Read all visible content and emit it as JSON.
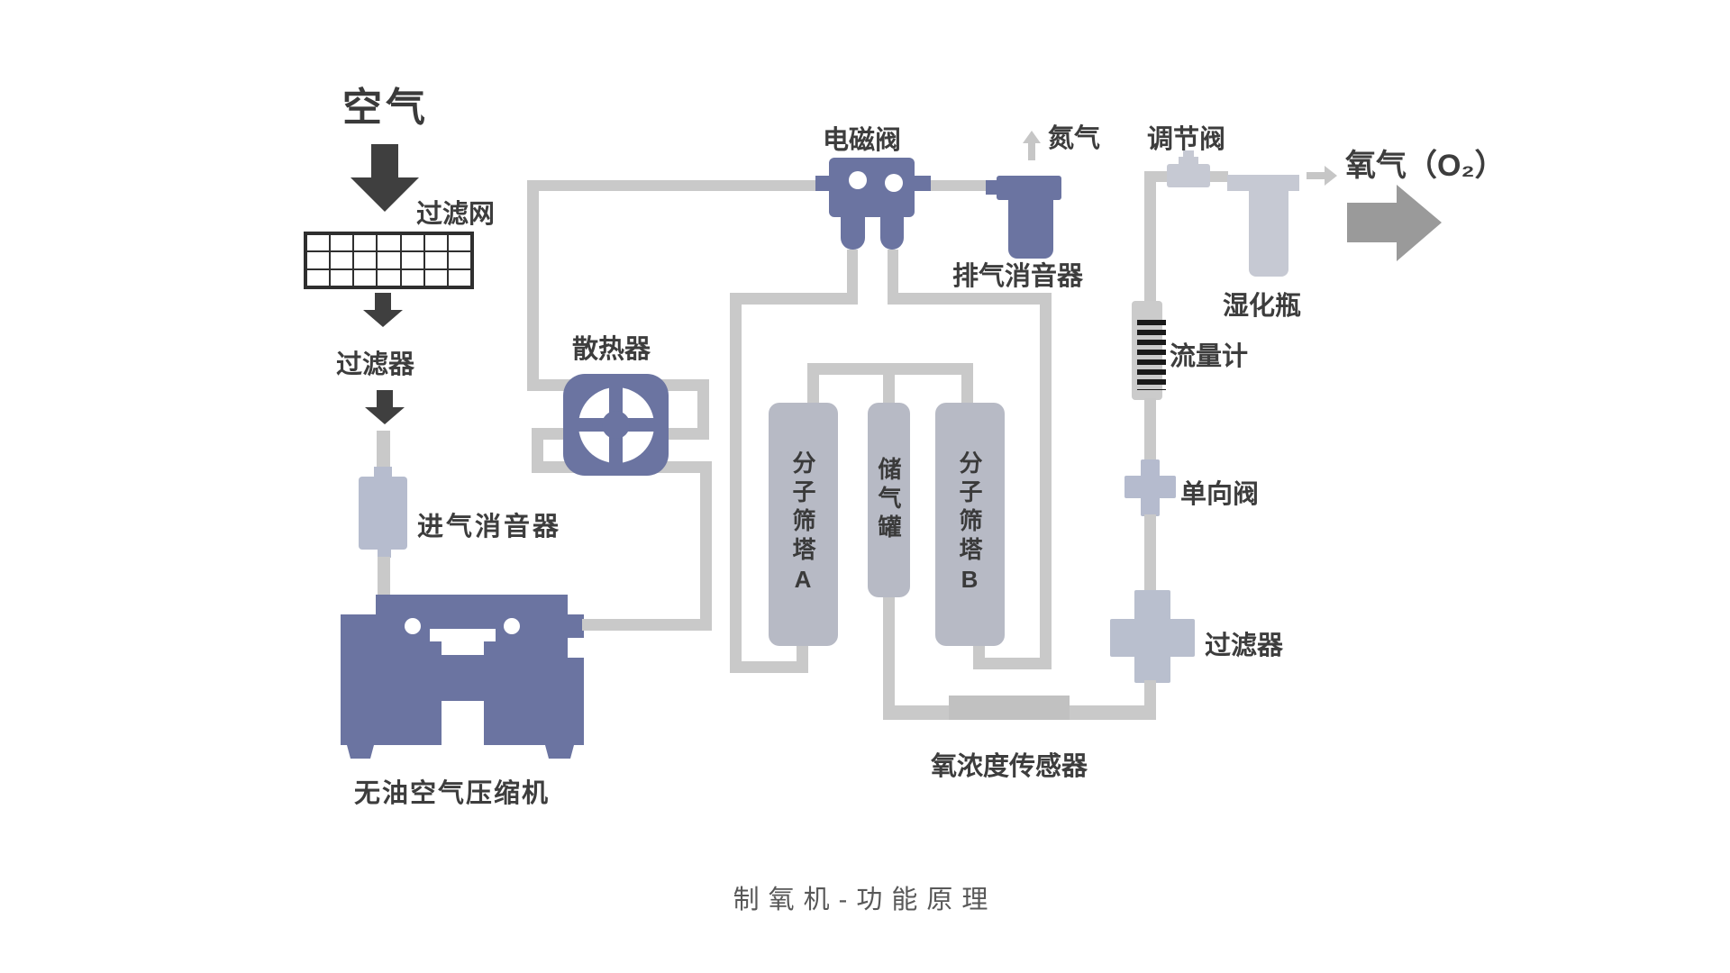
{
  "title": "制氧机-功能原理",
  "colors": {
    "dark_component": "#6b74a1",
    "light_component": "#b6bcce",
    "tower_fill": "#b7bac5",
    "pale_component": "#c6c9d3",
    "pipe": "#c9c9c9",
    "sensor_bar": "#c1c1c1",
    "arrow_dark": "#3f3f3f",
    "arrow_gray": "#9a9a9a",
    "arrow_pale": "#c6c6c6",
    "label_text": "#3d3d3d",
    "title_text": "#585858",
    "flow_meter_stripes": "#1a1a1a"
  },
  "labels": {
    "air": "空气",
    "filter_mesh": "过滤网",
    "filter_in": "过滤器",
    "intake_muffler": "进气消音器",
    "compressor": "无油空气压缩机",
    "radiator": "散热器",
    "solenoid_valve": "电磁阀",
    "nitrogen": "氮气",
    "exhaust_muffler": "排气消音器",
    "regulating_valve": "调节阀",
    "oxygen": "氧气（O₂）",
    "humidifier": "湿化瓶",
    "flow_meter": "流量计",
    "check_valve": "单向阀",
    "filter_out": "过滤器",
    "oxygen_sensor": "氧浓度传感器"
  },
  "towers": {
    "sieve_tower_a": "分子筛塔A",
    "storage_tank": "储气罐",
    "sieve_tower_b": "分子筛塔B"
  }
}
